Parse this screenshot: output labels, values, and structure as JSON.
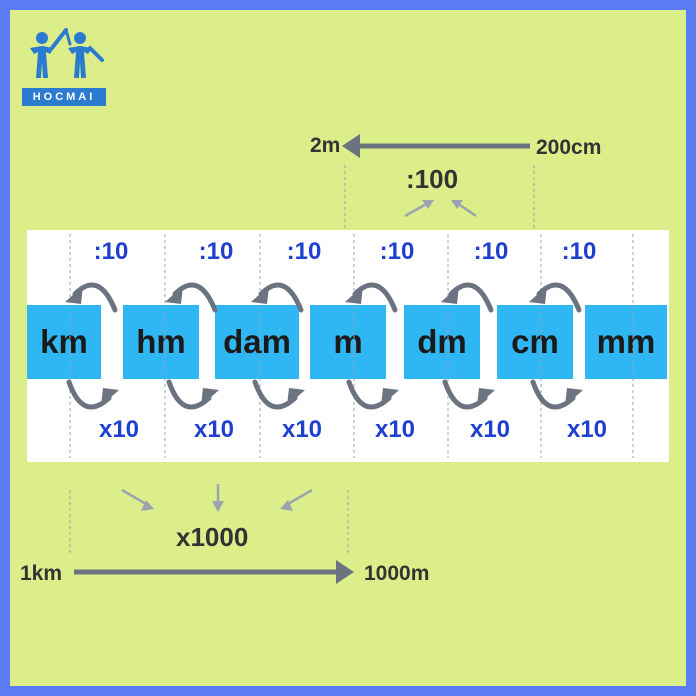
{
  "logo": {
    "text": "HOCMAI"
  },
  "units": [
    "km",
    "hm",
    "dam",
    "m",
    "dm",
    "cm",
    "mm"
  ],
  "divide_labels": [
    ":10",
    ":10",
    ":10",
    ":10",
    ":10",
    ":10"
  ],
  "multiply_labels": [
    "x10",
    "x10",
    "x10",
    "x10",
    "x10",
    "x10"
  ],
  "top_example": {
    "left": "2m",
    "right": "200cm",
    "operation": ":100"
  },
  "bottom_example": {
    "left": "1km",
    "right": "1000m",
    "operation": "x1000"
  },
  "colors": {
    "border": "#5b7bf2",
    "background": "#dcee8a",
    "unit_box": "#2fb7f3",
    "label_blue": "#1f3fcf",
    "arrow_gray": "#6b7280"
  }
}
